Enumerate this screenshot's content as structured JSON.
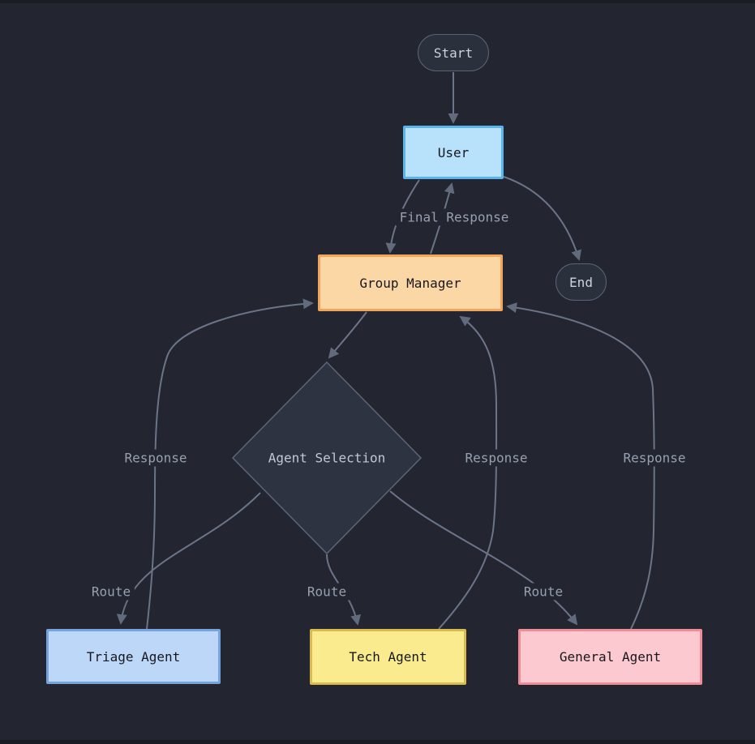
{
  "diagram": {
    "type": "flowchart",
    "background_color": "#232630",
    "edge_color": "#6b7488",
    "edge_label_color": "#97a0af",
    "nodes": {
      "start": {
        "label": "Start",
        "shape": "stadium",
        "fill": "#2b303d",
        "border": "#5a6375"
      },
      "user": {
        "label": "User",
        "shape": "rect",
        "fill": "#b8e2fb",
        "border": "#5ab5ec"
      },
      "group_manager": {
        "label": "Group Manager",
        "shape": "rect",
        "fill": "#fcd7a6",
        "border": "#f2a65c"
      },
      "end": {
        "label": "End",
        "shape": "stadium",
        "fill": "#2b303d",
        "border": "#5a6375"
      },
      "agent_selection": {
        "label": "Agent Selection",
        "shape": "diamond",
        "fill": "#2d3340",
        "border": "#5c6577"
      },
      "triage_agent": {
        "label": "Triage Agent",
        "shape": "rect",
        "fill": "#bdd7f9",
        "border": "#75a3de"
      },
      "tech_agent": {
        "label": "Tech Agent",
        "shape": "rect",
        "fill": "#faec8e",
        "border": "#d9bc4f"
      },
      "general_agent": {
        "label": "General Agent",
        "shape": "rect",
        "fill": "#fbc9cf",
        "border": "#ef8d96"
      }
    },
    "edges": [
      {
        "from": "start",
        "to": "user",
        "label": ""
      },
      {
        "from": "user",
        "to": "group_manager",
        "label": ""
      },
      {
        "from": "group_manager",
        "to": "user",
        "label": "Final Response"
      },
      {
        "from": "user",
        "to": "end",
        "label": ""
      },
      {
        "from": "group_manager",
        "to": "agent_selection",
        "label": ""
      },
      {
        "from": "agent_selection",
        "to": "triage_agent",
        "label": "Route"
      },
      {
        "from": "agent_selection",
        "to": "tech_agent",
        "label": "Route"
      },
      {
        "from": "agent_selection",
        "to": "general_agent",
        "label": "Route"
      },
      {
        "from": "triage_agent",
        "to": "group_manager",
        "label": "Response"
      },
      {
        "from": "tech_agent",
        "to": "group_manager",
        "label": "Response"
      },
      {
        "from": "general_agent",
        "to": "group_manager",
        "label": "Response"
      }
    ],
    "edge_labels": {
      "final_response": "Final Response",
      "route_triage": "Route",
      "route_tech": "Route",
      "route_general": "Route",
      "response_triage": "Response",
      "response_tech": "Response",
      "response_general": "Response"
    }
  }
}
